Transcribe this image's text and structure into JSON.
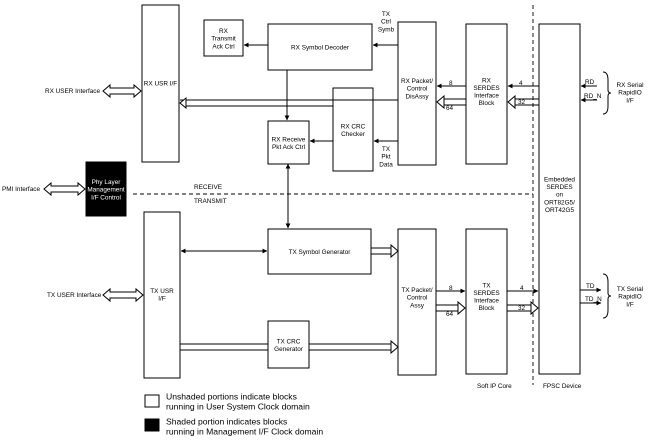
{
  "blocks": {
    "rx_transmit_ack": [
      "RX",
      "Transmit",
      "Ack Ctrl"
    ],
    "rx_symbol_decoder": [
      "RX Symbol Decoder"
    ],
    "rx_usr_if": [
      "RX USR I/F"
    ],
    "rx_receive_pkt_ack": [
      "RX Receive",
      "Pkt Ack Ctrl"
    ],
    "rx_crc_checker": [
      "RX CRC",
      "Checker"
    ],
    "rx_packet_disassy": [
      "RX Packet/",
      "Control",
      "DisAssy"
    ],
    "rx_serdes_block": [
      "RX",
      "SERDES",
      "Interface",
      "Block"
    ],
    "phy_layer": [
      "Phy Layer",
      "Management",
      "I/F Control"
    ],
    "tx_usr_if": [
      "TX USR",
      "I/F"
    ],
    "tx_symbol_generator": [
      "TX Symbol Generator"
    ],
    "tx_crc_generator": [
      "TX CRC",
      "Generator"
    ],
    "tx_packet_assy": [
      "TX Packet/",
      "Control",
      "Assy"
    ],
    "tx_serdes_block": [
      "TX",
      "SERDES",
      "Interface",
      "Block"
    ],
    "embedded_serdes": [
      "Embedded",
      "SERDES",
      "on",
      "ORT82G5/",
      "ORT42G5"
    ]
  },
  "labels": {
    "tx_ctrl_symb": [
      "TX",
      "Ctrl",
      "Symb"
    ],
    "tx_pkt_data": [
      "TX",
      "Pkt",
      "Data"
    ],
    "rx_user_interface": "RX USER Interface",
    "tx_user_interface": "TX USER Interface",
    "pmi_interface": "PMI Interface",
    "receive": "RECEIVE",
    "transmit": "TRANSMIT",
    "rx_serial": [
      "RX Serial",
      "RapidIO",
      "I/F"
    ],
    "tx_serial": [
      "TX Serial",
      "RapidIO",
      "I/F"
    ],
    "rd": "RD",
    "rd_n": "RD_N",
    "td": "TD",
    "td_n": "TD_N",
    "soft_ip_core": "Soft IP Core",
    "fpsc_device": "FPSC Device"
  },
  "bus_widths": {
    "rx_pkt_8": "8",
    "rx_pkt_64": "64",
    "rx_serdes_4": "4",
    "rx_serdes_32": "32",
    "tx_pkt_8": "8",
    "tx_pkt_64": "64",
    "tx_serdes_4": "4",
    "tx_serdes_32": "32"
  },
  "legend": {
    "unshaded": [
      "Unshaded portions indicate blocks",
      "running in User System Clock domain"
    ],
    "shaded": [
      "Shaded portion indicates blocks",
      "running in Management I/F Clock domain"
    ]
  },
  "colors": {
    "line": "#000000",
    "shaded_block": "#000000",
    "background": "#ffffff"
  }
}
